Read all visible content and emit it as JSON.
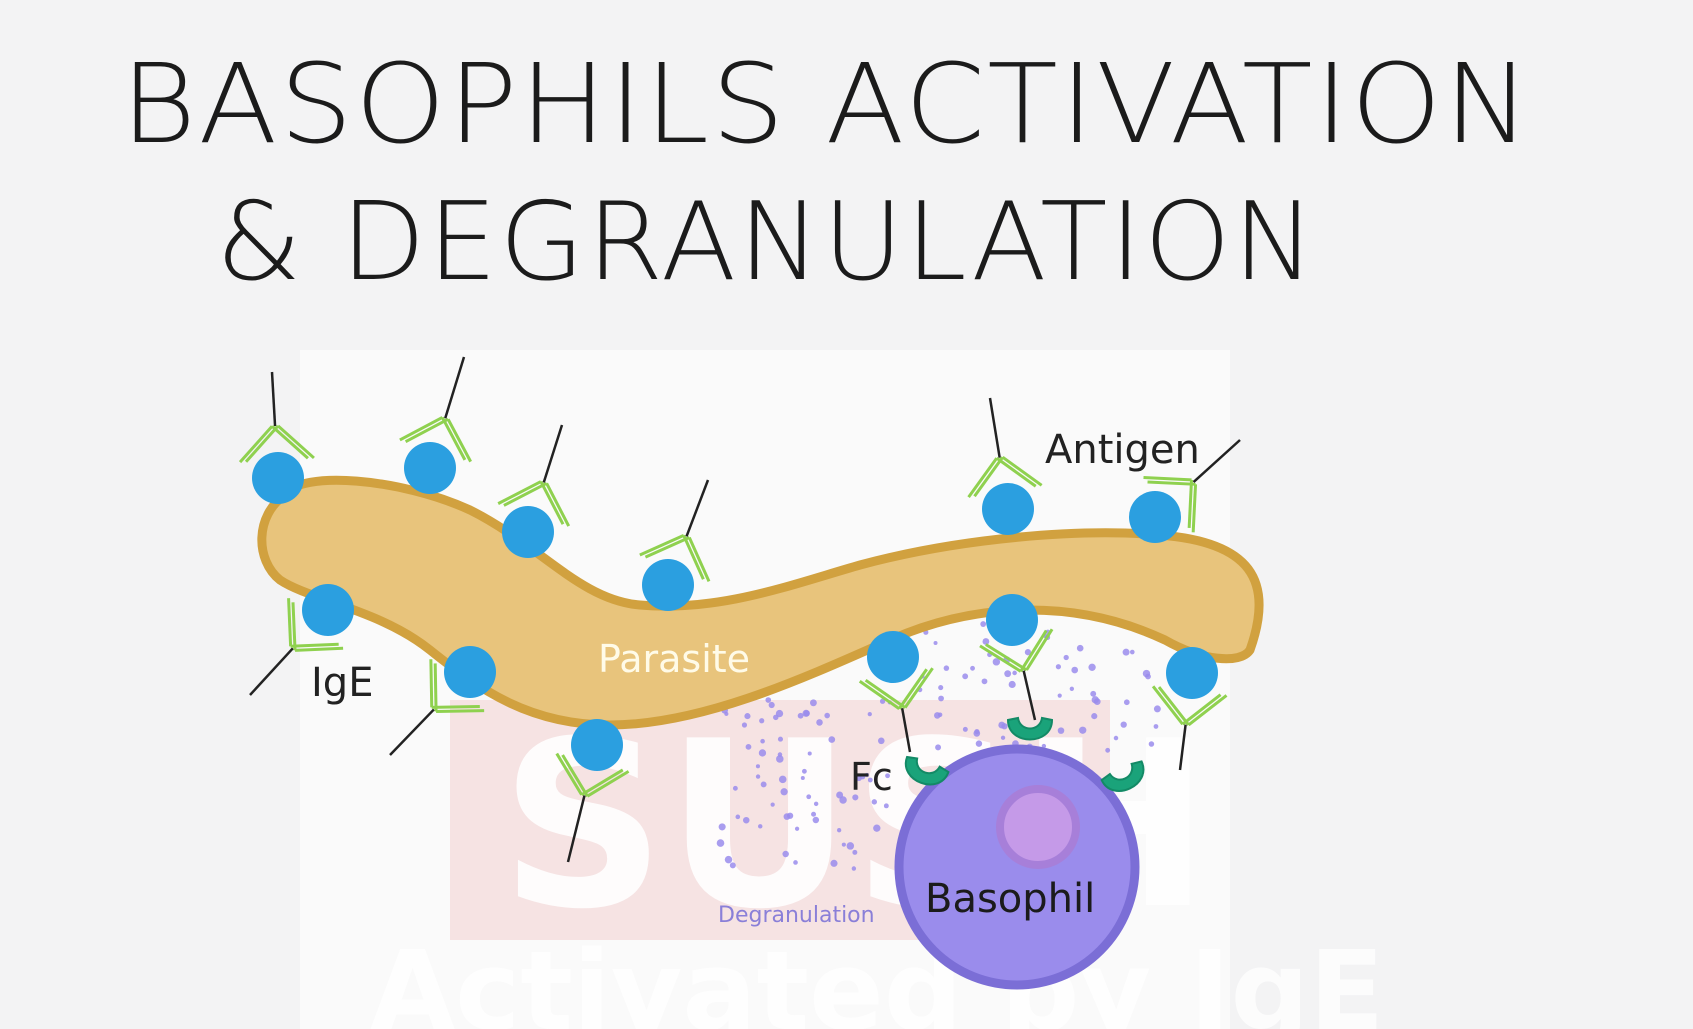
{
  "title": {
    "line1": "BASOPHILS ACTIVATION",
    "line2": "& DEGRANULATION"
  },
  "labels": {
    "antigen": "Antigen",
    "ige": "IgE",
    "parasite": "Parasite",
    "fc": "Fc",
    "basophil": "Basophil",
    "degranulation": "Degranulation"
  },
  "watermark": {
    "logo_text": "SUSH",
    "caption": "Activated by IgE"
  },
  "colors": {
    "background": "#f3f3f4",
    "parasite_fill": "#e8c47c",
    "parasite_stroke": "#d1a13f",
    "antigen_blue": "#2b9fe0",
    "antibody_green": "#8fd14f",
    "receptor_teal": "#1aa37a",
    "basophil_fill": "#9a8cec",
    "basophil_stroke": "#7b6ed6",
    "nucleus_fill": "#c59ae8",
    "granule_dots": "#9a8cec",
    "degranulation_text": "#8a7fd8"
  }
}
